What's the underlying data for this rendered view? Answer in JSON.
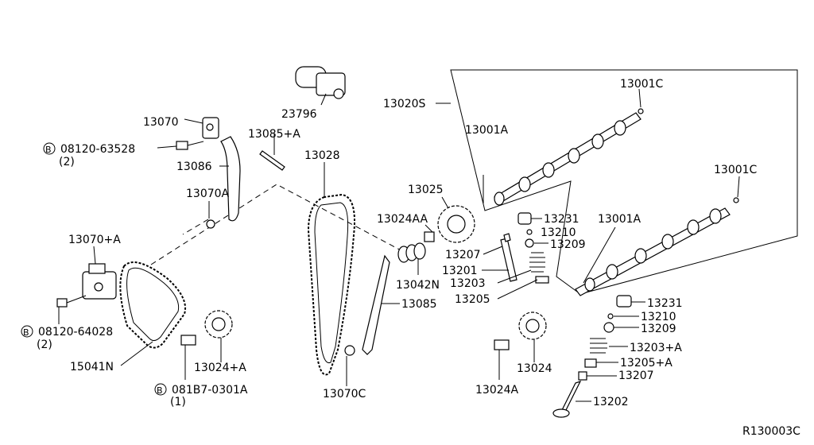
{
  "diagram": {
    "ref_code": "R130003C",
    "labels": {
      "p23796": "23796",
      "p13070": "13070",
      "p13085a": "13085+A",
      "bolt1": "08120-63528",
      "bolt1_qty": "(2)",
      "p13086": "13086",
      "p13028": "13028",
      "p13020s": "13020S",
      "p13001c_top": "13001C",
      "p13001a_top": "13001A",
      "p13001c_right": "13001C",
      "p13070a": "13070A",
      "p13025": "13025",
      "p13024aa": "13024AA",
      "p13231_top": "13231",
      "p13210_top": "13210",
      "p13209_top": "13209",
      "p13001a_right": "13001A",
      "p13070pa": "13070+A",
      "p13207_top": "13207",
      "p13201": "13201",
      "p13042n": "13042N",
      "p13203": "13203",
      "p13205": "13205",
      "p13085": "13085",
      "bolt2": "08120-64028",
      "bolt2_qty": "(2)",
      "p13231_bot": "13231",
      "p13210_bot": "13210",
      "p13209_bot": "13209",
      "p13203a": "13203+A",
      "p13205a": "13205+A",
      "p13207_bot": "13207",
      "p15041n": "15041N",
      "p13024a_sprocket": "13024+A",
      "p13024": "13024",
      "p13202": "13202",
      "bolt3": "081B7-0301A",
      "bolt3_qty": "(1)",
      "p13070c": "13070C",
      "p13024a": "13024A"
    }
  }
}
